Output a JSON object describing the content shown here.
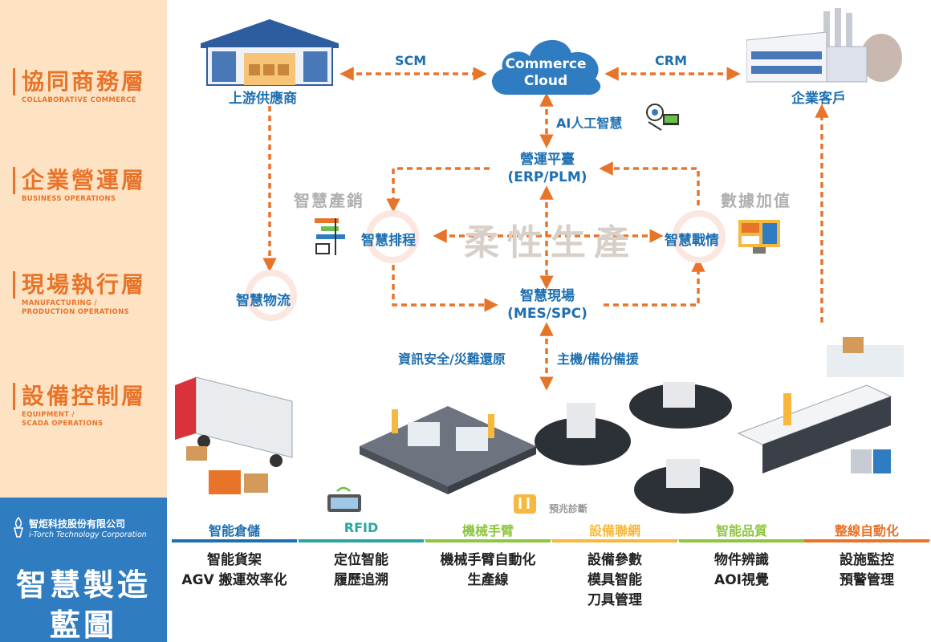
{
  "layers": [
    {
      "zh": "協同商務層",
      "en": [
        "COLLABORATIVE COMMERCE"
      ]
    },
    {
      "zh": "企業營運層",
      "en": [
        "BUSINESS OPERATIONS"
      ]
    },
    {
      "zh": "現場執行層",
      "en": [
        "MANUFACTURING /",
        "PRODUCTION OPERATIONS"
      ]
    },
    {
      "zh": "設備控制層",
      "en": [
        "EQUIPMENT /",
        "SCADA OPERATIONS"
      ]
    }
  ],
  "company": {
    "name_zh": "智炬科技股份有限公司",
    "name_en": "i-Torch Technology Corporation"
  },
  "title": {
    "line1": "智慧製造",
    "line2": "藍圖"
  },
  "top": {
    "supplier": "上游供應商",
    "customer": "企業客戶",
    "cloud_line1": "Commerce",
    "cloud_line2": "Cloud",
    "scm": "SCM",
    "crm": "CRM",
    "ai": "AI人工智慧"
  },
  "middle": {
    "erp_line1": "營運平臺",
    "erp_line2": "(ERP/PLM)",
    "smart_sales": "智慧產銷",
    "data_value": "數據加值",
    "scheduling": "智慧排程",
    "flexible": "柔性生產",
    "war_room": "智慧戰情",
    "logistics": "智慧物流",
    "mes_line1": "智慧現場",
    "mes_line2": "(MES/SPC)",
    "security": "資訊安全/災難還原",
    "backup": "主機/備份備援",
    "predictive": "預兆診斷"
  },
  "categories": [
    {
      "label": "智能倉儲",
      "color": "#1e6fb0",
      "lines": [
        "智能貨架",
        "AGV 搬運效率化"
      ]
    },
    {
      "label": "RFID",
      "color": "#2aa6a0",
      "lines": [
        "定位智能",
        "履歷追溯"
      ]
    },
    {
      "label": "機械手臂",
      "color": "#8dc63f",
      "lines": [
        "機械手臂自動化",
        "生產線"
      ]
    },
    {
      "label": "設備聯網",
      "color": "#f6b83f",
      "lines": [
        "設備參數",
        "模具智能",
        "刀具管理"
      ]
    },
    {
      "label": "智能品質",
      "color": "#8dc63f",
      "lines": [
        "物件辨識",
        "AOI視覺"
      ]
    },
    {
      "label": "整線自動化",
      "color": "#e8742a",
      "lines": [
        "設施監控",
        "預警管理"
      ]
    }
  ],
  "colors": {
    "accent": "#e8742a",
    "blue": "#1e6fb0",
    "panel": "#fde3c4",
    "brand": "#2f7cc0"
  }
}
